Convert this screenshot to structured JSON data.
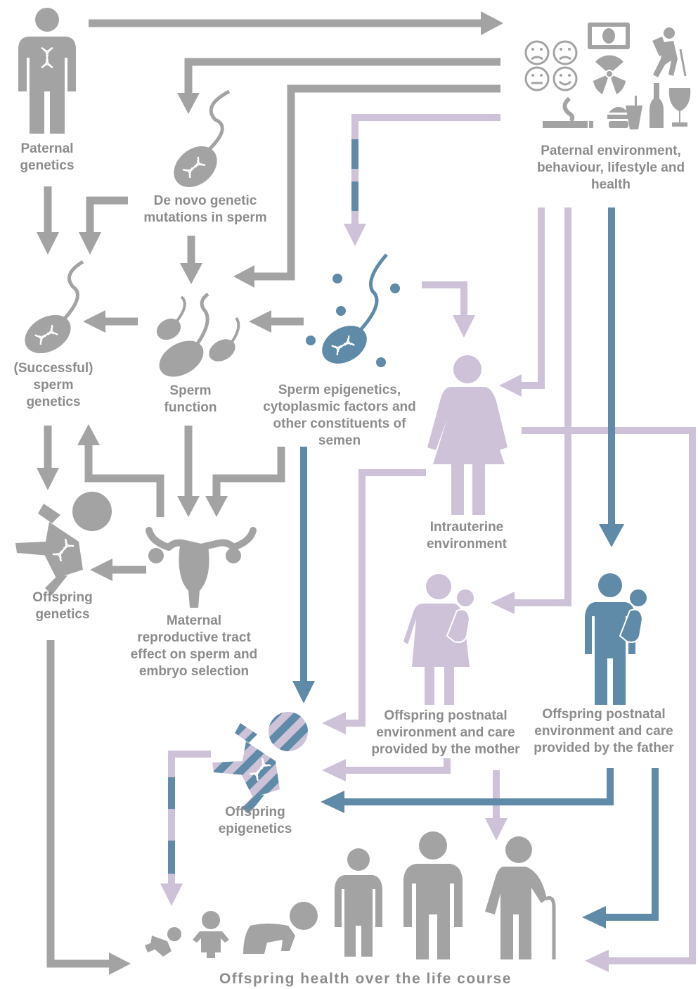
{
  "colors": {
    "gray": "#a3a3a3",
    "purple": "#cdc2d8",
    "blue": "#5f8aa8",
    "label_gray": "#8c8c8c"
  },
  "labels": {
    "paternal_genetics": "Paternal\ngenetics",
    "paternal_environment": "Paternal environment,\nbehaviour, lifestyle and\nhealth",
    "de_novo": "De novo genetic\nmutations in sperm",
    "successful_sperm": "(Successful)\nsperm\ngenetics",
    "sperm_function": "Sperm\nfunction",
    "sperm_epigenetics": "Sperm epigenetics,\ncytoplasmic factors and\nother constituents of\nsemen",
    "intrauterine": "Intrauterine\nenvironment",
    "offspring_genetics": "Offspring\ngenetics",
    "maternal_tract": "Maternal\nreproductive tract\neffect on sperm and\nembryo selection",
    "postnatal_mother": "Offspring postnatal\nenvironment and care\nprovided by the mother",
    "postnatal_father": "Offspring postnatal\nenvironment and care\nprovided by the father",
    "offspring_epigenetics": "Offspring\nepigenetics",
    "offspring_health": "Offspring health over the life course"
  },
  "icons": [
    "father-dna-icon",
    "sad-face-icon",
    "money-icon",
    "hiker-icon",
    "radiation-icon",
    "smoking-icon",
    "fast-food-icon",
    "alcohol-icon",
    "sperm-icon",
    "uterus-icon",
    "pregnant-woman-icon",
    "mother-child-icon",
    "father-child-icon",
    "baby-icon",
    "infant-icon",
    "toddler-icon",
    "crawling-baby-icon",
    "child-icon",
    "adult-icon",
    "elderly-icon"
  ]
}
